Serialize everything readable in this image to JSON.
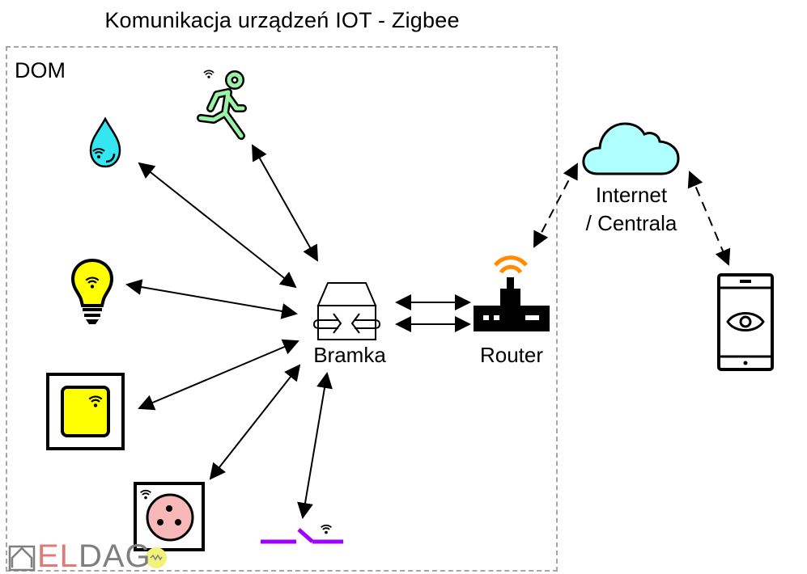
{
  "title": "Komunikacja urządzeń IOT - Zigbee",
  "zone_label": "DOM",
  "nodes": {
    "gateway": {
      "label": "Bramka",
      "icon": "gateway-icon"
    },
    "router": {
      "label": "Router",
      "icon": "router-icon"
    },
    "cloud": {
      "label_line1": "Internet",
      "label_line2": "/ Centrala",
      "icon": "cloud-icon"
    },
    "phone": {
      "icon": "smartphone-eye-icon"
    },
    "devices": [
      {
        "name": "water-leak-sensor",
        "icon": "water-drop-icon",
        "color": "#33e6f2"
      },
      {
        "name": "motion-sensor",
        "icon": "running-person-icon",
        "color": "#99f2a6"
      },
      {
        "name": "smart-bulb",
        "icon": "light-bulb-icon",
        "color": "#ffff00"
      },
      {
        "name": "wall-switch",
        "icon": "wall-switch-icon",
        "color": "#ffff00"
      },
      {
        "name": "smart-socket",
        "icon": "socket-icon",
        "color": "#f7b8b8"
      },
      {
        "name": "relay-switch",
        "icon": "switch-contact-icon",
        "color": "#a000ff"
      }
    ]
  },
  "connections": {
    "local": "solid-bidirectional",
    "remote": "dashed-bidirectional"
  },
  "colors": {
    "router_wifi": "#ff8c00",
    "cloud_fill": "#b0ffff",
    "border_dashed": "#a6a6a6"
  },
  "watermark": {
    "part1": "EL",
    "part2": "DAG"
  }
}
